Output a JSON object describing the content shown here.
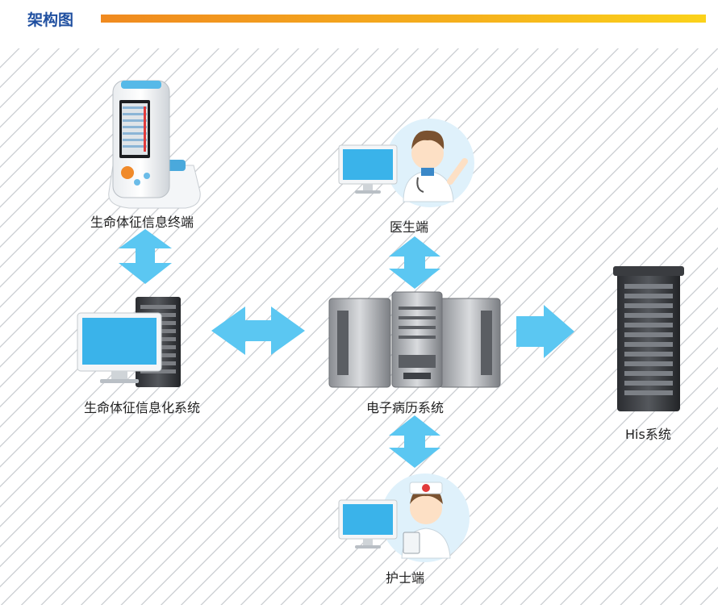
{
  "header": {
    "title": "架构图"
  },
  "nodes": {
    "vital_terminal": "生命体征信息终端",
    "doctor_client": "医生端",
    "vital_system": "生命体征信息化系统",
    "emr_system": "电子病历系统",
    "his_system": "His系统",
    "nurse_client": "护士端"
  },
  "colors": {
    "arrow": "#5bc7f2",
    "monitor_screen": "#3ab3ea",
    "title_text": "#1f4fa0",
    "title_bar_start": "#f08a1f",
    "title_bar_end": "#fbd21a"
  }
}
